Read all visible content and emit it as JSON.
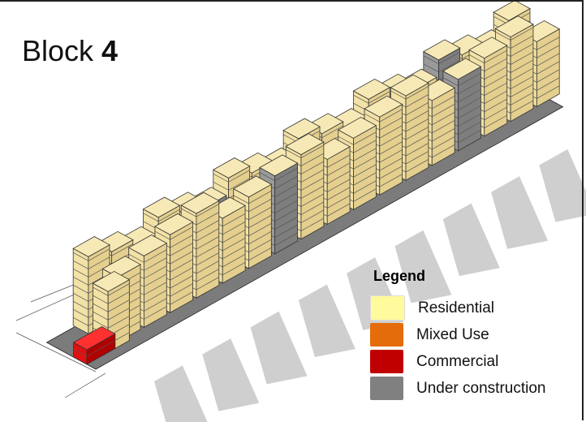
{
  "title": {
    "prefix": "Block",
    "number": "4"
  },
  "legend": {
    "heading": "Legend",
    "items": [
      {
        "label": "Residential",
        "color": "#fffa9c"
      },
      {
        "label": "Mixed Use",
        "color": "#e46c0a"
      },
      {
        "label": "Commercial",
        "color": "#c00000"
      },
      {
        "label": "Under construction",
        "color": "#808080"
      }
    ]
  },
  "palette": {
    "residential_face": "#f3e2a6",
    "residential_side": "#e4cf8e",
    "construction_face": "#9a9a9a",
    "construction_side": "#7e7e7e",
    "commercial_face": "#e01010",
    "ground": "#7b7b7b",
    "shadow": "#cfcfcf"
  }
}
